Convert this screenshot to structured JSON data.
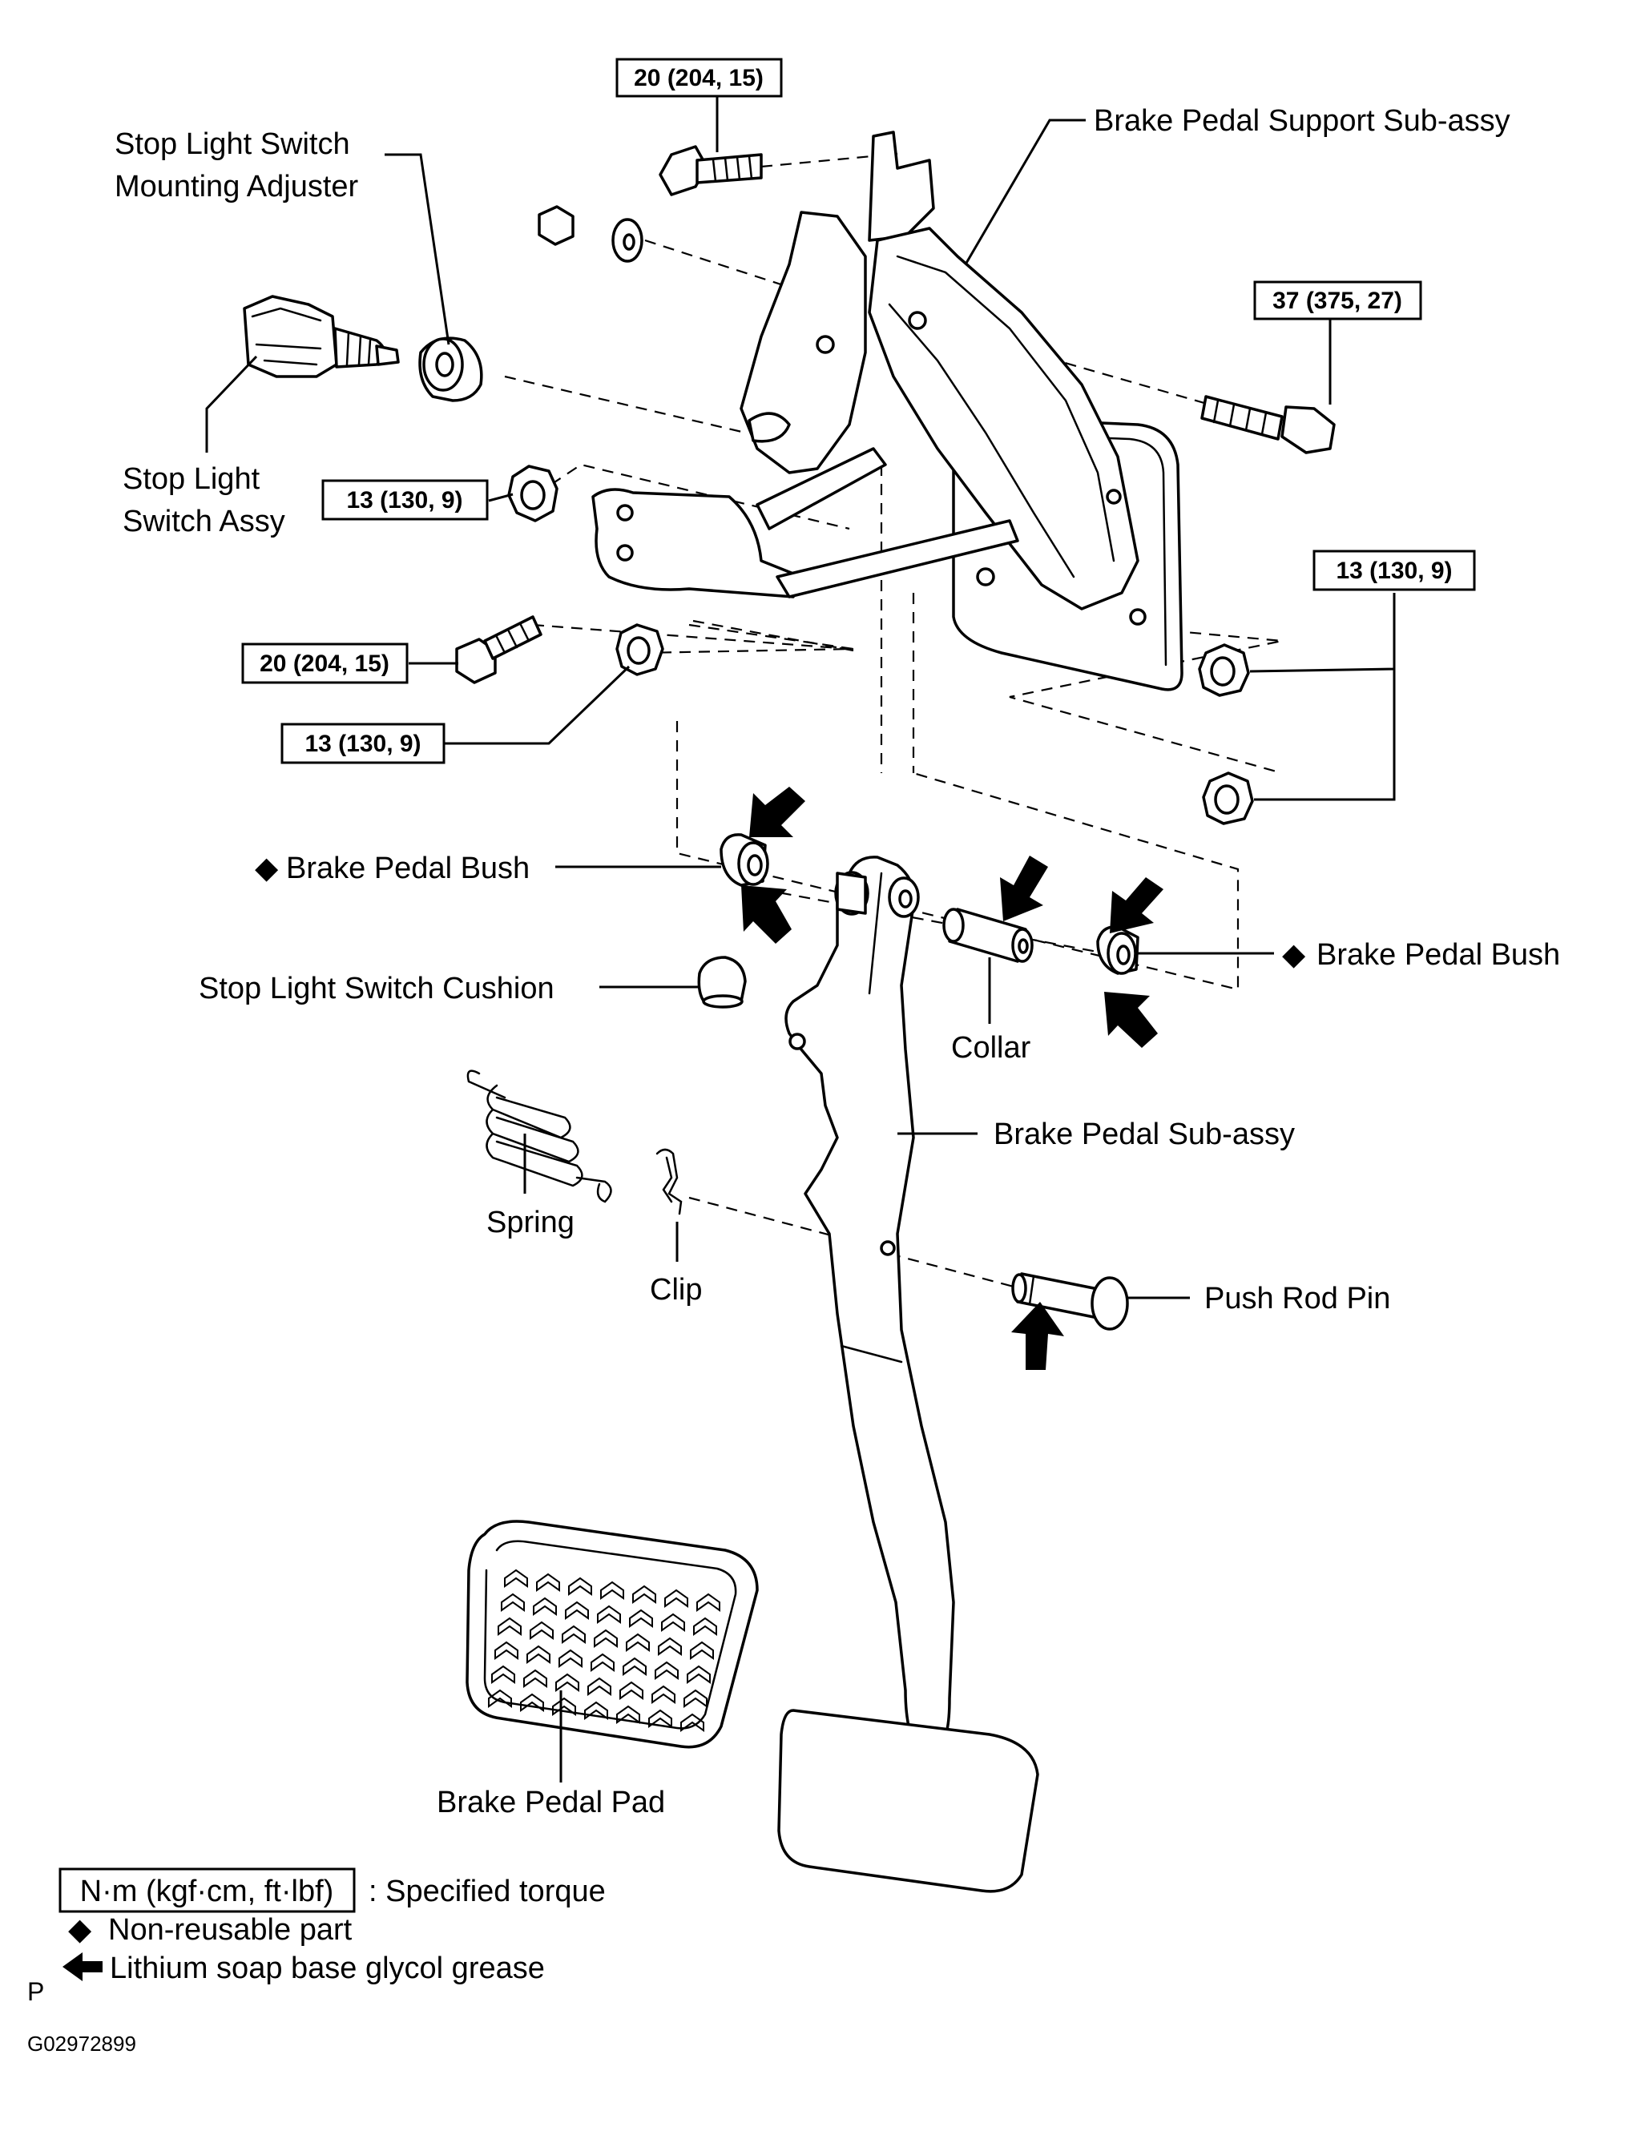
{
  "labels": {
    "stop_light_switch_mounting_adjuster_1": "Stop Light Switch",
    "stop_light_switch_mounting_adjuster_2": "Mounting Adjuster",
    "brake_pedal_support": "Brake Pedal Support Sub-assy",
    "stop_light_switch_assy_1": "Stop Light",
    "stop_light_switch_assy_2": "Switch Assy",
    "brake_pedal_bush_left": "Brake Pedal Bush",
    "brake_pedal_bush_right": "Brake Pedal Bush",
    "stop_light_switch_cushion": "Stop Light Switch Cushion",
    "collar": "Collar",
    "brake_pedal_sub_assy": "Brake Pedal Sub-assy",
    "spring": "Spring",
    "clip": "Clip",
    "push_rod_pin": "Push Rod Pin",
    "brake_pedal_pad": "Brake Pedal Pad"
  },
  "torque": {
    "top_bolt": "20 (204, 15)",
    "right_bolt": "37 (375, 27)",
    "left_nut_upper": "13 (130, 9)",
    "right_nuts": "13 (130, 9)",
    "left_bolt_lower": "20 (204, 15)",
    "left_nut_lower": "13 (130, 9)"
  },
  "non_reusable_symbol": "◆",
  "legend": {
    "torque_unit": "N·m (kgf·cm, ft·lbf)",
    "torque_desc": ": Specified torque",
    "non_reusable": "Non-reusable part",
    "grease": "Lithium soap base glycol grease"
  },
  "corner_mark": "P",
  "figure_code": "G02972899"
}
